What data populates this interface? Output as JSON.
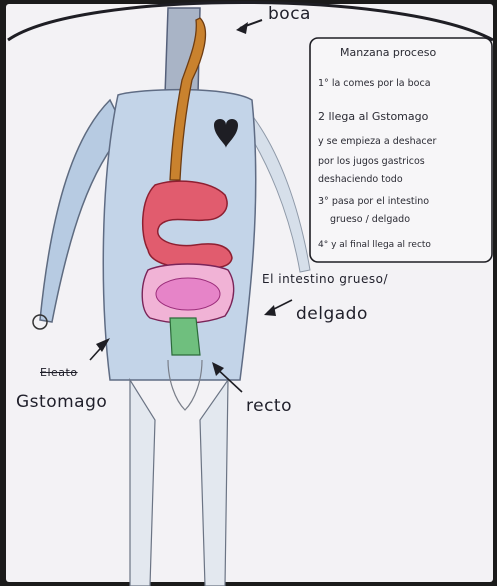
{
  "labels": {
    "boca": "boca",
    "intestino": "El intestino grueso/",
    "delgado": "delgado",
    "estomago_crossed": "Eleato",
    "estomago": "Gstomago",
    "recto": "recto"
  },
  "note_box": {
    "title": "Manzana proceso",
    "lines": [
      "1° la comes por la boca",
      "2 llega al Gstomago",
      "y se empieza a deshacer",
      "por los jugos gastricos",
      "deshaciendo todo",
      "3° pasa por el intestino",
      "grueso / delgado",
      "4° y al final llega al recto"
    ]
  },
  "colors": {
    "paper": "#f3f2f5",
    "body_blue": "#b7cbe2",
    "esophagus": "#c9822e",
    "small_intestine": "#e15c6e",
    "large_intestine_fill": "#e684c8",
    "rectum": "#6fbf7e",
    "heart": "#1e1e24",
    "ink": "#1f1f2a"
  }
}
